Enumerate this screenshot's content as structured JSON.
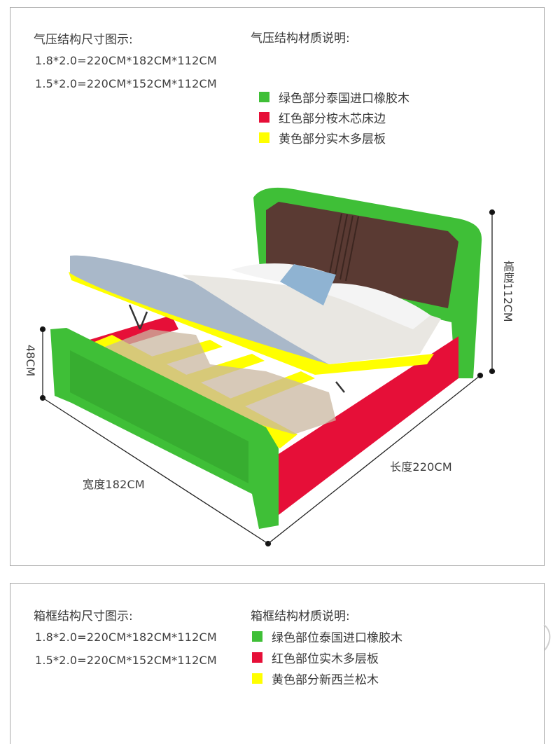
{
  "colors": {
    "green": "#3fbf37",
    "red": "#e60f38",
    "yellow": "#ffff00",
    "border": "#a8a8a8",
    "text": "#3a3a3a"
  },
  "gas_section": {
    "size_title": "气压结构尺寸图示:",
    "size_lines": [
      "1.8*2.0=220CM*182CM*112CM",
      "1.5*2.0=220CM*152CM*112CM"
    ],
    "material_title": "气压结构材质说明:",
    "materials": [
      {
        "color": "green",
        "label": "绿色部分泰国进口橡胶木"
      },
      {
        "color": "red",
        "label": "红色部分桉木芯床边"
      },
      {
        "color": "yellow",
        "label": "黄色部分实木多层板"
      }
    ],
    "dimensions": {
      "height": "高度112CM",
      "foot_height": "48CM",
      "width": "宽度182CM",
      "length": "长度220CM"
    }
  },
  "box_section": {
    "size_title": "箱框结构尺寸图示:",
    "size_lines": [
      "1.8*2.0=220CM*182CM*112CM",
      "1.5*2.0=220CM*152CM*112CM"
    ],
    "material_title": "箱框结构材质说明:",
    "materials": [
      {
        "color": "green",
        "label": "绿色部位泰国进口橡胶木"
      },
      {
        "color": "red",
        "label": "红色部位实木多层板"
      },
      {
        "color": "yellow",
        "label": "黄色部分新西兰松木"
      }
    ]
  }
}
